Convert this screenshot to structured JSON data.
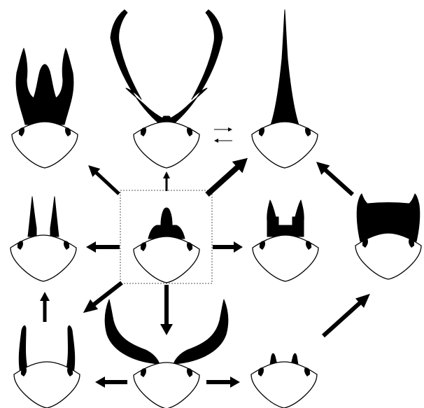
{
  "diagram": {
    "background": "#ffffff",
    "ink": "#000000",
    "nodes": [
      {
        "id": "ancestral-central-boss"
      },
      {
        "id": "forked-broad-horn"
      },
      {
        "id": "antler-horns"
      },
      {
        "id": "single-tall-horn"
      },
      {
        "id": "twin-thin-horns"
      },
      {
        "id": "crown-horn"
      },
      {
        "id": "broad-plate-horn"
      },
      {
        "id": "lateral-short-horns"
      },
      {
        "id": "long-curved-horns"
      },
      {
        "id": "twin-small-bumps"
      }
    ],
    "transitions": [
      {
        "from": "ancestral-central-boss",
        "to": "forked-broad-horn"
      },
      {
        "from": "ancestral-central-boss",
        "to": "antler-horns"
      },
      {
        "from": "ancestral-central-boss",
        "to": "single-tall-horn"
      },
      {
        "from": "ancestral-central-boss",
        "to": "twin-thin-horns"
      },
      {
        "from": "ancestral-central-boss",
        "to": "crown-horn"
      },
      {
        "from": "ancestral-central-boss",
        "to": "lateral-short-horns"
      },
      {
        "from": "ancestral-central-boss",
        "to": "long-curved-horns"
      },
      {
        "from": "antler-horns",
        "to": "single-tall-horn",
        "reversible": true
      },
      {
        "from": "broad-plate-horn",
        "to": "single-tall-horn"
      },
      {
        "from": "lateral-short-horns",
        "to": "twin-thin-horns"
      },
      {
        "from": "long-curved-horns",
        "to": "lateral-short-horns"
      },
      {
        "from": "long-curved-horns",
        "to": "twin-small-bumps"
      },
      {
        "from": "twin-small-bumps",
        "to": "broad-plate-horn"
      }
    ]
  }
}
